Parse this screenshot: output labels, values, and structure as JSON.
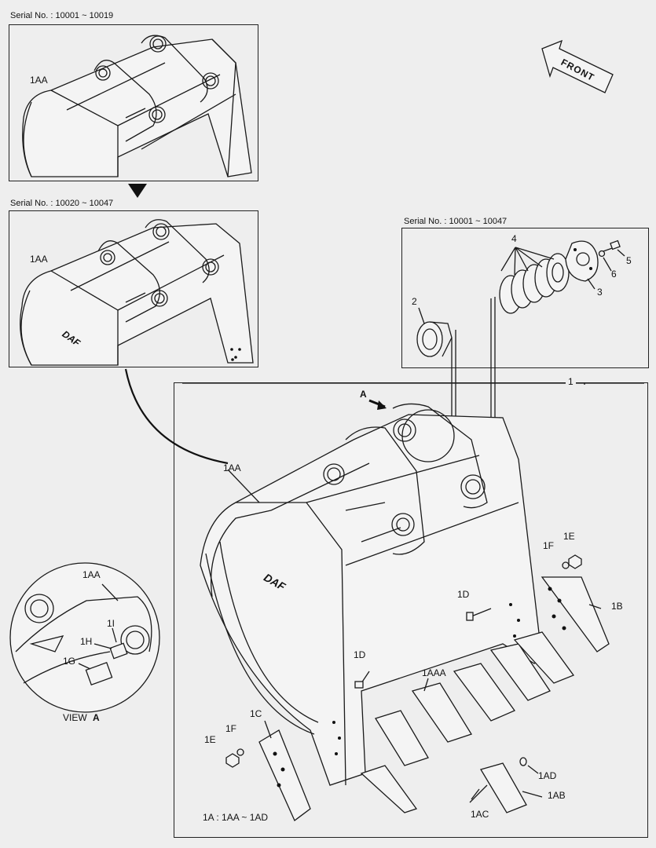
{
  "serials": {
    "top_left": "Serial No. : 10001 ~ 10019",
    "mid_left": "Serial No. : 10020 ~ 10047",
    "pin_kit": "Serial No. : 10001 ~ 10047"
  },
  "direction": {
    "front": "FRONT"
  },
  "view": {
    "caption_prefix": "VIEW",
    "caption_letter": "A",
    "arrow_letter": "A"
  },
  "callouts": {
    "c_1AA_top": "1AA",
    "c_1AA_mid": "1AA",
    "c_1AA_main": "1AA",
    "c_1AA_view": "1AA",
    "c_1": "1",
    "c_2": "2",
    "c_3": "3",
    "c_4": "4",
    "c_5": "5",
    "c_6": "6",
    "c_1B": "1B",
    "c_1C": "1C",
    "c_1D_right": "1D",
    "c_1D_left": "1D",
    "c_1E_right": "1E",
    "c_1E_left": "1E",
    "c_1F_right": "1F",
    "c_1F_left": "1F",
    "c_1G": "1G",
    "c_1H": "1H",
    "c_1I": "1I",
    "c_1AAA": "1AAA",
    "c_1AB": "1AB",
    "c_1AC": "1AC",
    "c_1AD": "1AD"
  },
  "footnote": "1A : 1AA ~ 1AD",
  "logo_text": "DAF"
}
